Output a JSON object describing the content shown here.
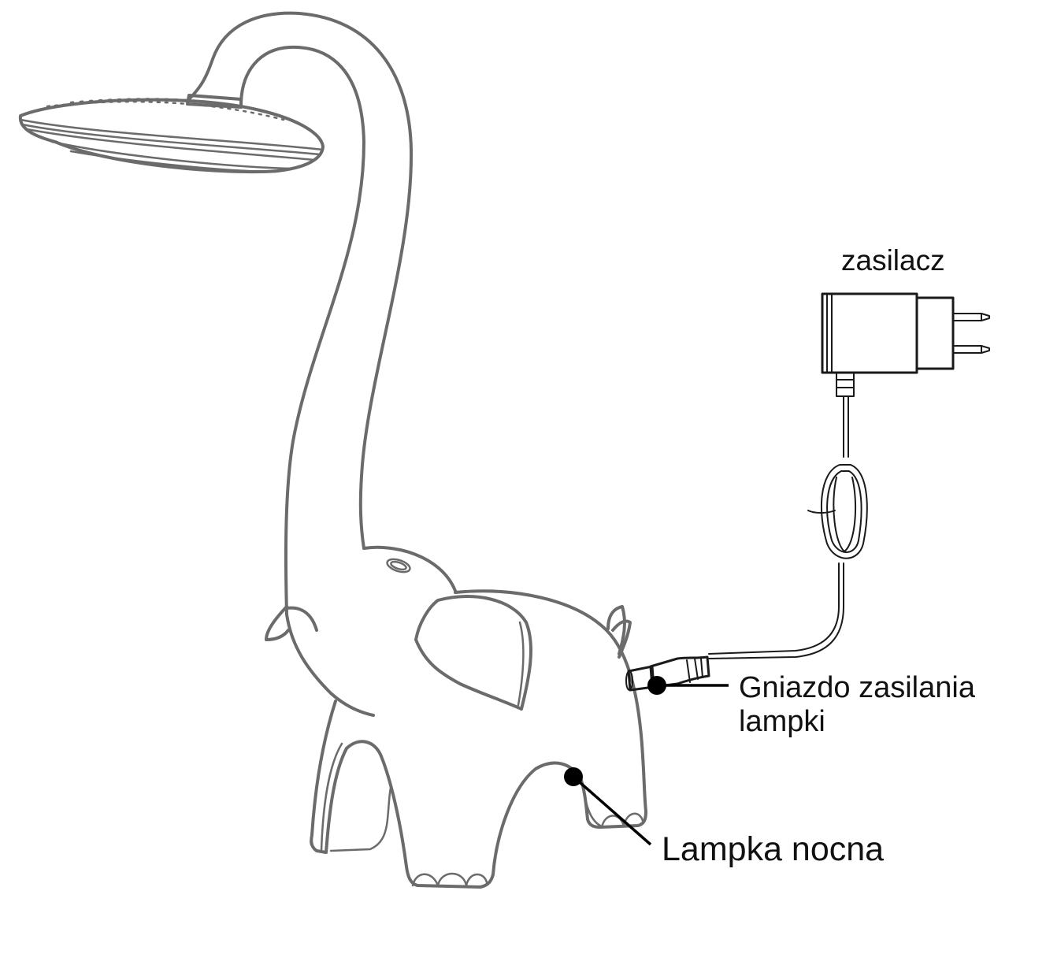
{
  "labels": {
    "power_supply": "zasilacz",
    "socket_line1": "Gniazdo zasilania",
    "socket_line2": "lampki",
    "night_lamp": "Lampka nocna"
  },
  "colors": {
    "lamp_outline": "#6b6b6b",
    "charger_outline": "#1a1a1a",
    "label_text": "#111111",
    "marker": "#000000"
  }
}
